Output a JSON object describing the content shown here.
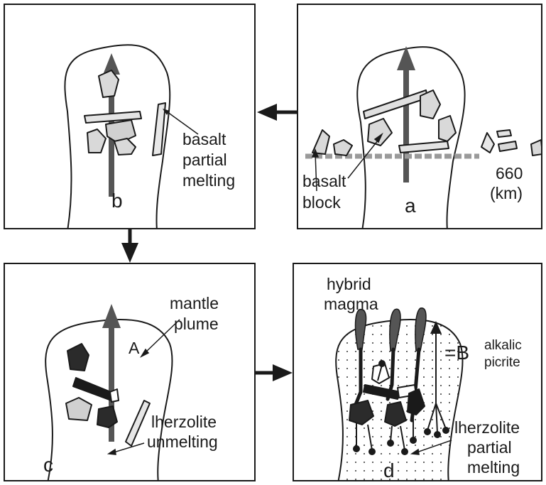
{
  "panels": {
    "a": {
      "letter": "a",
      "labels": {
        "basalt_line1": "basalt",
        "basalt_line2": "block",
        "depth": "660",
        "unit": "(km)"
      }
    },
    "b": {
      "letter": "b",
      "labels": {
        "line1": "basalt",
        "line2": "partial",
        "line3": "melting"
      }
    },
    "c": {
      "letter": "c",
      "labels": {
        "mantle": "mantle",
        "plume": "plume",
        "A": "A",
        "lherz1": "lherzolite",
        "lherz2": "unmelting"
      }
    },
    "d": {
      "letter": "d",
      "labels": {
        "hybrid": "hybrid",
        "magma": "magma",
        "eqB": "=B",
        "alkalic": "alkalic",
        "picrite": "picrite",
        "lherz1": "lherzolite",
        "lherz2": "partial",
        "lherz3": "melting"
      }
    }
  },
  "colors": {
    "ink": "#1a1a1a",
    "arrow": "#555555",
    "block_fill": "#d9d9d9",
    "boundary_dash": "#9a9a9a"
  }
}
